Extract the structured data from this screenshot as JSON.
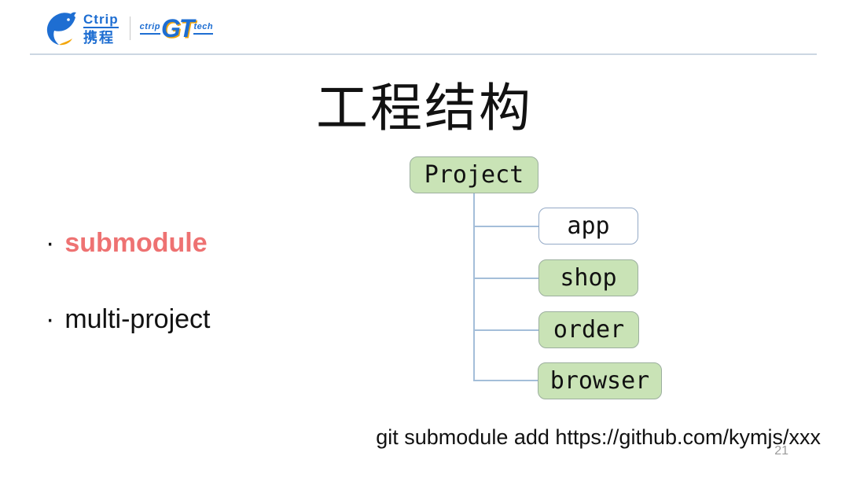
{
  "header": {
    "ctrip_logo": {
      "latin": "Ctrip",
      "chinese": "携程"
    },
    "tech_logo": {
      "prefix": "ctrip",
      "main": "GT",
      "suffix": "tech"
    }
  },
  "slide": {
    "title": "工程结构",
    "bullet_char": "·",
    "bullets": [
      {
        "label": "submodule",
        "highlighted": true
      },
      {
        "label": "multi-project",
        "highlighted": false
      }
    ],
    "tree": {
      "root": "Project",
      "children": [
        "app",
        "shop",
        "order",
        "browser"
      ]
    },
    "caption": "git submodule add https://github.com/kymjs/xxx",
    "page_number": "21"
  },
  "colors": {
    "accent_red": "#ee7272",
    "node_green_fill": "#c9e3b6",
    "node_green_border": "#9caf9e",
    "node_white_border": "#93a9c6",
    "connector_blue": "#a4bed9",
    "brand_blue": "#1e6ed2",
    "brand_yellow": "#f3a60b",
    "divider_gray": "#ccd7e2",
    "page_number_gray": "#9a9a9a"
  }
}
